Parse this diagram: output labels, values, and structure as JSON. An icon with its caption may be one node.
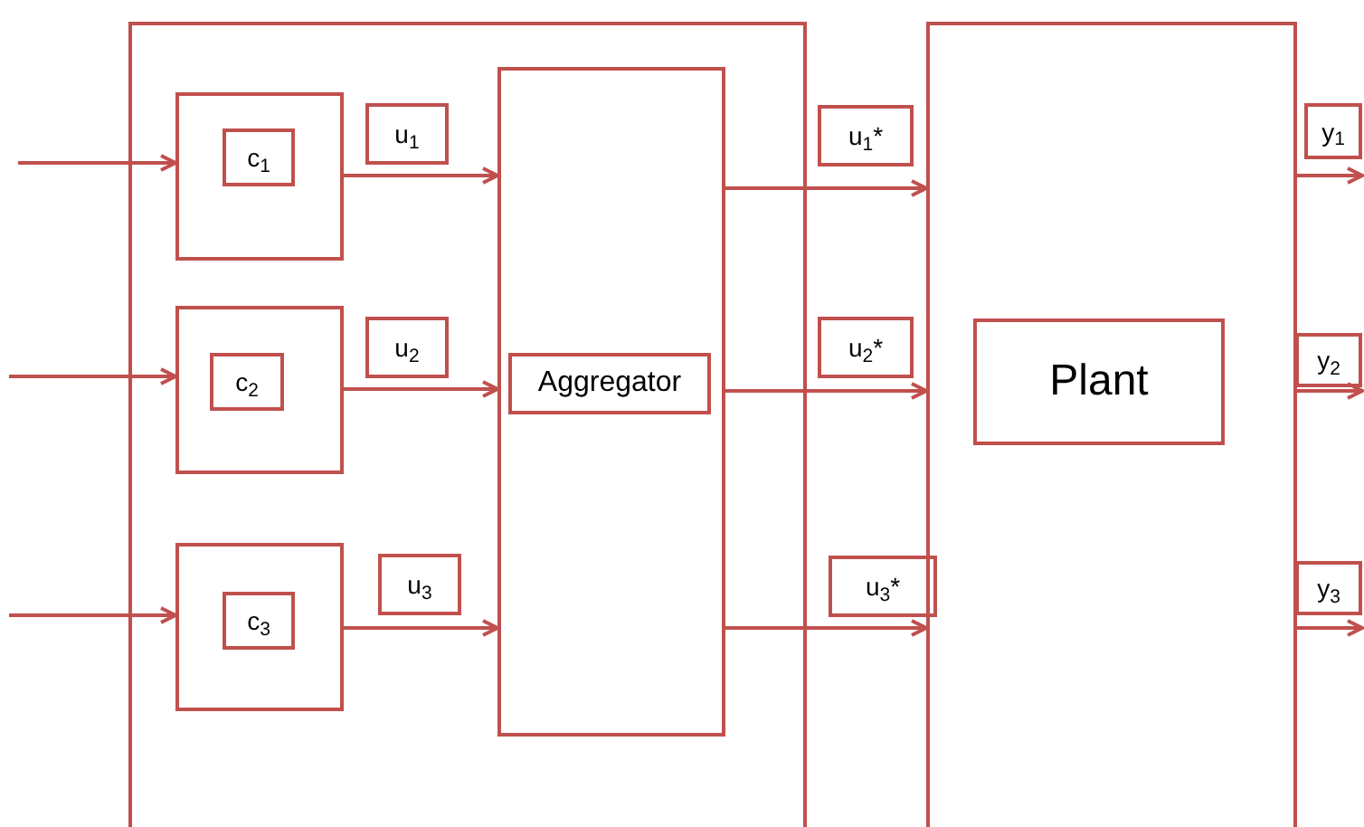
{
  "diagram": {
    "nodes": [
      {
        "text": [],
        "shape": "box"
      },
      {
        "text": [],
        "shape": "box",
        "in": 0
      },
      {
        "text": [
          "c$_{1}$"
        ],
        "in": 1
      },
      {
        "text": [
          "u$_{1}$"
        ],
        "in": 0
      },
      {
        "text": [],
        "shape": "box",
        "in": 0
      },
      {
        "text": [
          "c$_{2}$"
        ],
        "in": 4
      },
      {
        "text": [
          "u$_{2}$"
        ],
        "in": 0
      },
      {
        "text": [],
        "shape": "box",
        "in": 0
      },
      {
        "text": [
          "c$_{3}$"
        ],
        "in": 7
      },
      {
        "text": [
          "u$_{3}$"
        ],
        "in": 0
      },
      {
        "text": [],
        "shape": "box",
        "in": 0
      },
      {
        "text": [
          "Aggregator"
        ],
        "in": 10
      },
      {
        "text": [
          "u$_{1}$*"
        ]
      },
      {
        "text": [
          "u$_{2}$*"
        ]
      },
      {
        "text": [
          "u$_{3}$*"
        ]
      },
      {
        "text": [],
        "shape": "box"
      },
      {
        "text": [
          "Plant"
        ],
        "in": 15
      },
      {
        "text": [
          "y$_{1}$"
        ]
      },
      {
        "text": [
          "y$_{2}$"
        ]
      },
      {
        "text": [
          "y$_{3}$"
        ]
      }
    ],
    "edges": [
      {
        "from": null,
        "to": 1,
        "arrow": "to"
      },
      {
        "from": null,
        "to": 4,
        "arrow": "to"
      },
      {
        "from": null,
        "to": 7,
        "arrow": "to"
      },
      {
        "from": 1,
        "to": 10,
        "arrow": "to"
      },
      {
        "from": 4,
        "to": 10,
        "arrow": "to"
      },
      {
        "from": 7,
        "to": 10,
        "arrow": "to"
      },
      {
        "from": 10,
        "to": 15,
        "arrow": "to"
      },
      {
        "from": 10,
        "to": 15,
        "arrow": "to"
      },
      {
        "from": 10,
        "to": 15,
        "arrow": "to"
      },
      {
        "from": 15,
        "to": 17,
        "arrow": "to"
      },
      {
        "from": 15,
        "to": 18,
        "arrow": "to"
      },
      {
        "from": 15,
        "to": 19,
        "arrow": "to"
      }
    ]
  }
}
